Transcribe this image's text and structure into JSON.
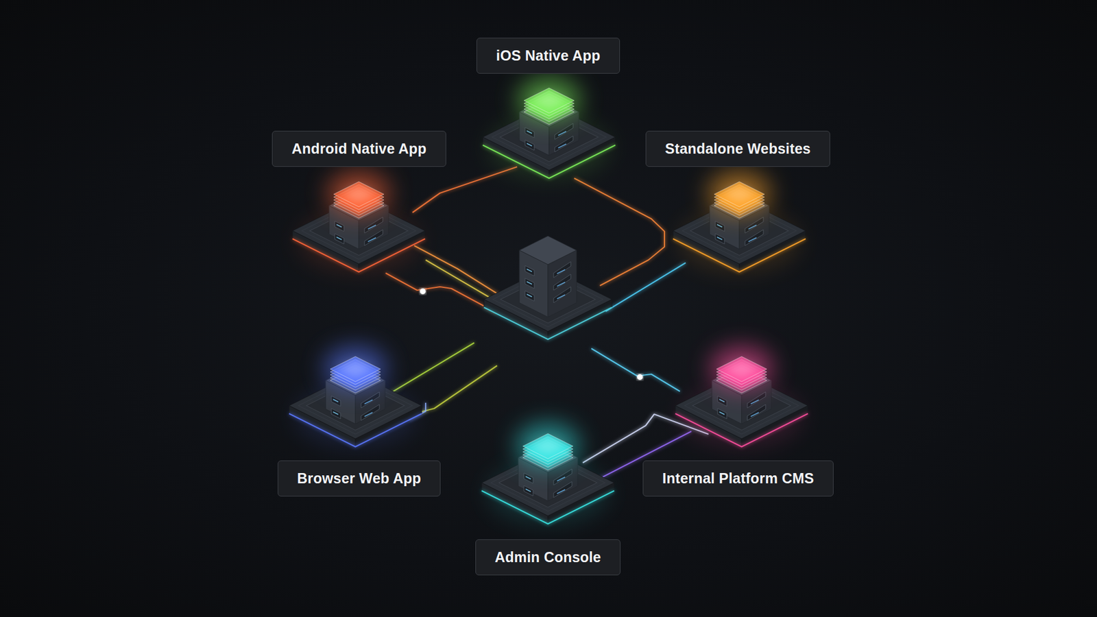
{
  "diagram": {
    "nodes": [
      {
        "text": [
          "iOS Native App"
        ]
      },
      {
        "text": [
          "Android Native App"
        ]
      },
      {
        "text": [
          "Standalone Websites"
        ]
      },
      {
        "text": [
          "Browser Web App"
        ]
      },
      {
        "text": [
          "Internal Platform CMS"
        ]
      },
      {
        "text": [
          "Admin Console"
        ]
      }
    ]
  }
}
